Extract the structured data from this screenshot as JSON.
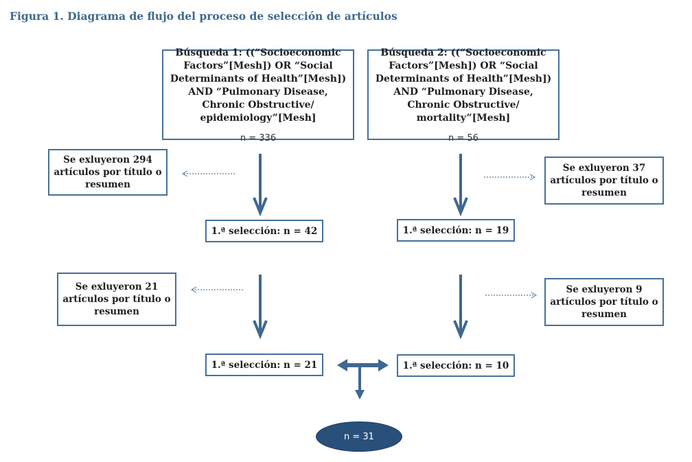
{
  "figure": {
    "title": "Figura 1. Diagrama de flujo del proceso de selección de artículos"
  },
  "search1": {
    "text": "Búsqueda 1: ((“Socioeconomic Factors”[Mesh]) OR “Social Determinants of Health”[Mesh]) AND “Pulmonary Disease, Chronic Obstructive/ epidemiology”[Mesh]",
    "n": "n = 336"
  },
  "search2": {
    "text": "Búsqueda 2: ((“Socioeconomic Factors”[Mesh]) OR “Social Determinants of Health”[Mesh]) AND “Pulmonary Disease, Chronic Obstructive/ mortality”[Mesh]",
    "n": "n = 56"
  },
  "excluded": {
    "left1": "Se exluyeron 294 artículos por título o resumen",
    "right1": "Se exluyeron 37 artículos por título o resumen",
    "left2": "Se exluyeron 21 artículos por título o resumen",
    "right2": "Se exluyeron 9 artículos por título o resumen"
  },
  "selection": {
    "left1": "1.ª selección: n = 42",
    "right1": "1.ª selección: n = 19",
    "left2": "1.ª selección: n = 21",
    "right2": "1.ª selección: n = 10"
  },
  "final": {
    "label": "n = 31"
  },
  "colors": {
    "border": "#45709a",
    "arrow": "#3f6890",
    "title": "#3e6a90",
    "ellipse": "#28507b"
  }
}
